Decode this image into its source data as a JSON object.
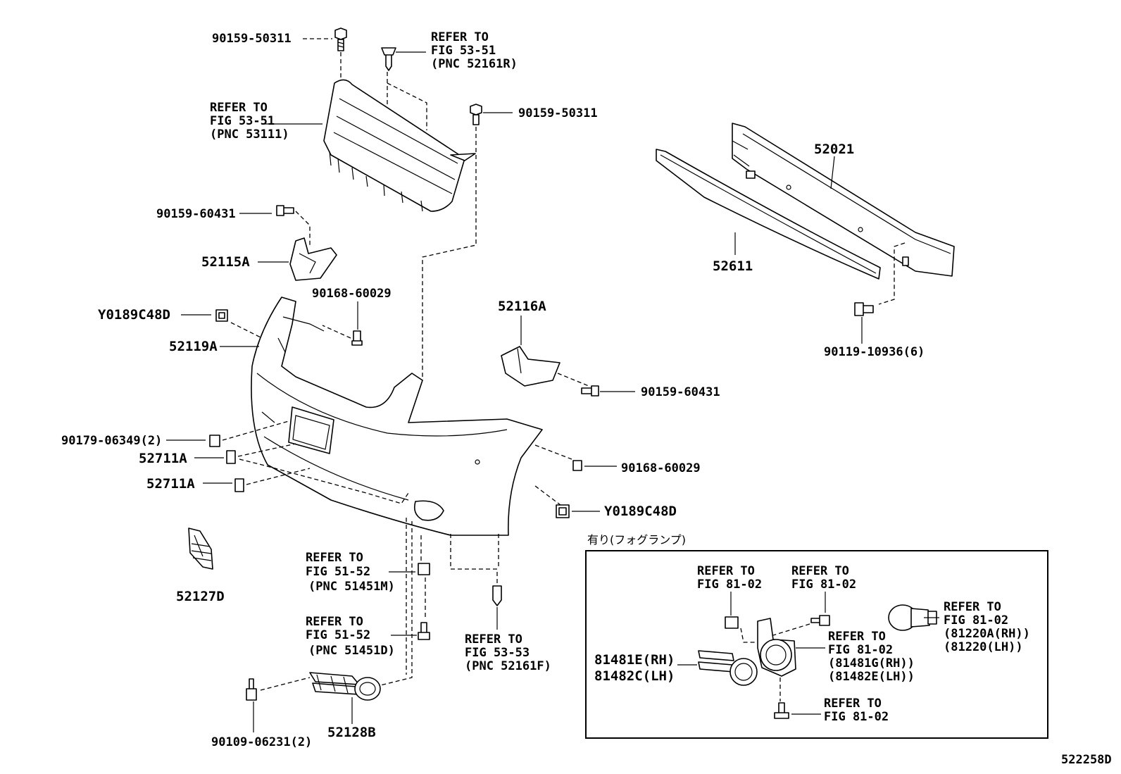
{
  "figure_code": "522258D",
  "labels": {
    "bolt_top": "90159-50311",
    "clip_refer": [
      "REFER TO",
      "FIG 53-51",
      "(PNC 52161R)"
    ],
    "grille_refer": [
      "REFER TO",
      "FIG 53-51",
      "(PNC 53111)"
    ],
    "bolt_right": "90159-50311",
    "screw_left": "90159-60431",
    "bracket_l": "52115A",
    "screw_mid": "90168-60029",
    "nut_left": "Y0189C48D",
    "cover": "52119A",
    "bracket_r": "52116A",
    "screw_right": "90159-60431",
    "clip_plate": "90179-06349(2)",
    "ret_1": "52711A",
    "ret_2": "52711A",
    "screw_lower_r": "90168-60029",
    "nut_right": "Y0189C48D",
    "reinforce": "52021",
    "absorber": "52611",
    "bolt_reinforce": "90119-10936(6)",
    "ref_5152m": [
      "REFER TO",
      "FIG 51-52",
      "(PNC 51451M)"
    ],
    "ref_5152d": [
      "REFER TO",
      "FIG 51-52",
      "(PNC 51451D)"
    ],
    "ref_5353": [
      "REFER TO",
      "FIG 53-53",
      "(PNC 52161F)"
    ],
    "grille_lower": "52127D",
    "cover_lower": "52128B",
    "screw_bottom": "90109-06231(2)",
    "fog_title": "有り(フォグランプ)",
    "fog_ref_1": [
      "REFER TO",
      "FIG 81-02"
    ],
    "fog_ref_2": [
      "REFER TO",
      "FIG 81-02"
    ],
    "fog_lamp_ref": [
      "REFER TO",
      "FIG 81-02",
      "(81220A(RH))",
      "(81220(LH))"
    ],
    "fog_bracket_ref": [
      "REFER TO",
      "FIG 81-02",
      "(81481G(RH))",
      "(81482E(LH))"
    ],
    "fog_cover_rh": "81481E(RH)",
    "fog_cover_lh": "81482C(LH)",
    "fog_bottom_ref": [
      "REFER TO",
      "FIG 81-02"
    ]
  }
}
